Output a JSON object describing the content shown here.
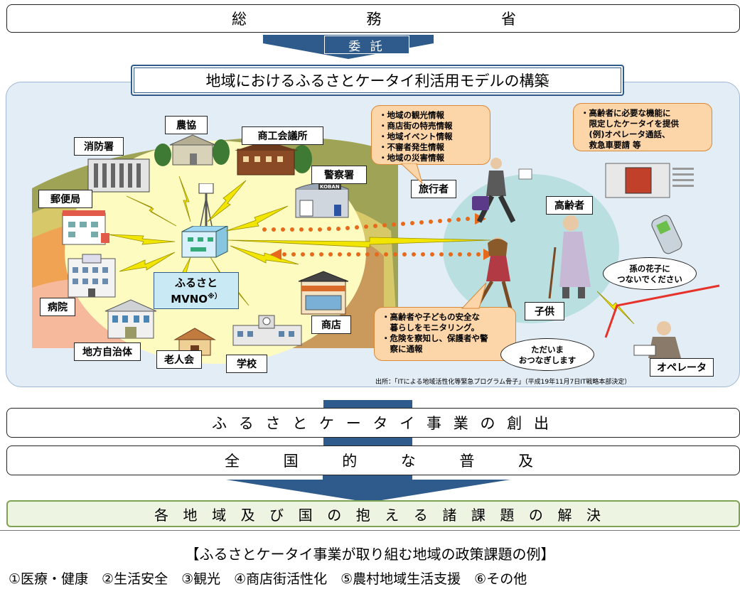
{
  "top": {
    "org": [
      "総",
      "務",
      "省"
    ],
    "arrow_label": "委 託"
  },
  "model_title": "地域におけるふるさとケータイ利活用モデルの構築",
  "illustration": {
    "facilities": {
      "nokyo": "農協",
      "shokokai": "商工会議所",
      "shobosho": "消防署",
      "keisatsusho": "警察署",
      "yubinkyoku": "郵便局",
      "byoin": "病院",
      "chiho": "地方自治体",
      "rojinkai": "老人会",
      "gakko": "学校",
      "shoten": "商店"
    },
    "kobandan_sign": "KOBAN",
    "mvno": {
      "line1": "ふるさと",
      "line2": "MVNO",
      "note": "※）"
    },
    "people": {
      "traveler": "旅行者",
      "elderly": "高齢者",
      "child": "子供",
      "operator": "オペレータ"
    },
    "callout_tourism": [
      "・地域の観光情報",
      "・商店街の特売情報",
      "・地域イベント情報",
      "・不審者発生情報",
      "・地域の災害情報"
    ],
    "callout_elderly": [
      "・高齢者に必要な機能に",
      "　限定したケータイを提供",
      "　(例)オペレータ通話、",
      "　救急車要請 等"
    ],
    "callout_safety": [
      "・高齢者や子どもの安全な",
      "　暮らしをモニタリング。",
      "・危険を察知し、保護者や警",
      "　察に通報"
    ],
    "bubble_grandchild": [
      "孫の花子に",
      "つないでください"
    ],
    "bubble_operator": [
      "ただいま",
      "おつなぎします"
    ],
    "source": "出所：「ITによる地域活性化等緊急プログラム骨子」（平成19年11月7日IT戦略本部決定）"
  },
  "creation": [
    "ふ",
    "る",
    "さ",
    "と",
    "ケ",
    "ー",
    "タ",
    "イ",
    "事",
    "業",
    "の",
    "創",
    "出"
  ],
  "spread": [
    "全",
    "国",
    "的",
    "な",
    "普",
    "及"
  ],
  "solution": [
    "各",
    "地",
    "域",
    "及",
    "び",
    "国",
    "の",
    "抱",
    "え",
    "る",
    "諸",
    "課",
    "題",
    "の",
    "解",
    "決"
  ],
  "policy_title": "【ふるさとケータイ事業が取り組む地域の政策課題の例】",
  "policy_items": "①医療・健康　②生活安全　③観光　④商店街活性化　⑤農村地域生活支援　⑥その他",
  "colors": {
    "arrow": "#2e5b8c",
    "panel": "#e3edf6",
    "callout": "#fcd5a8",
    "bolt": "#f2e600",
    "dots": "#e76a1c"
  }
}
